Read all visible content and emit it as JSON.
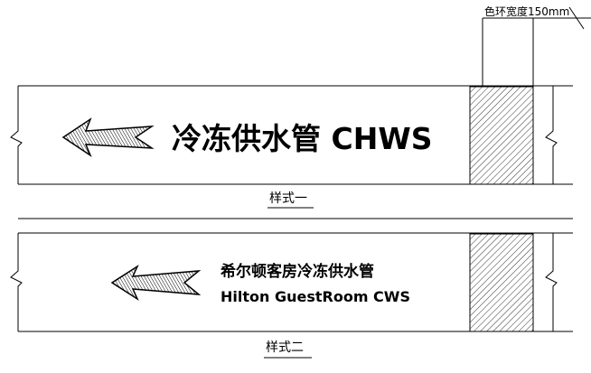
{
  "dimension_note": "色环宽度150mm",
  "style1": {
    "text": "冷冻供水管 CHWS",
    "caption": "样式一"
  },
  "style2": {
    "line1": "希尔顿客房冷冻供水管",
    "line2": "Hilton GuestRoom CWS",
    "caption": "样式二"
  }
}
